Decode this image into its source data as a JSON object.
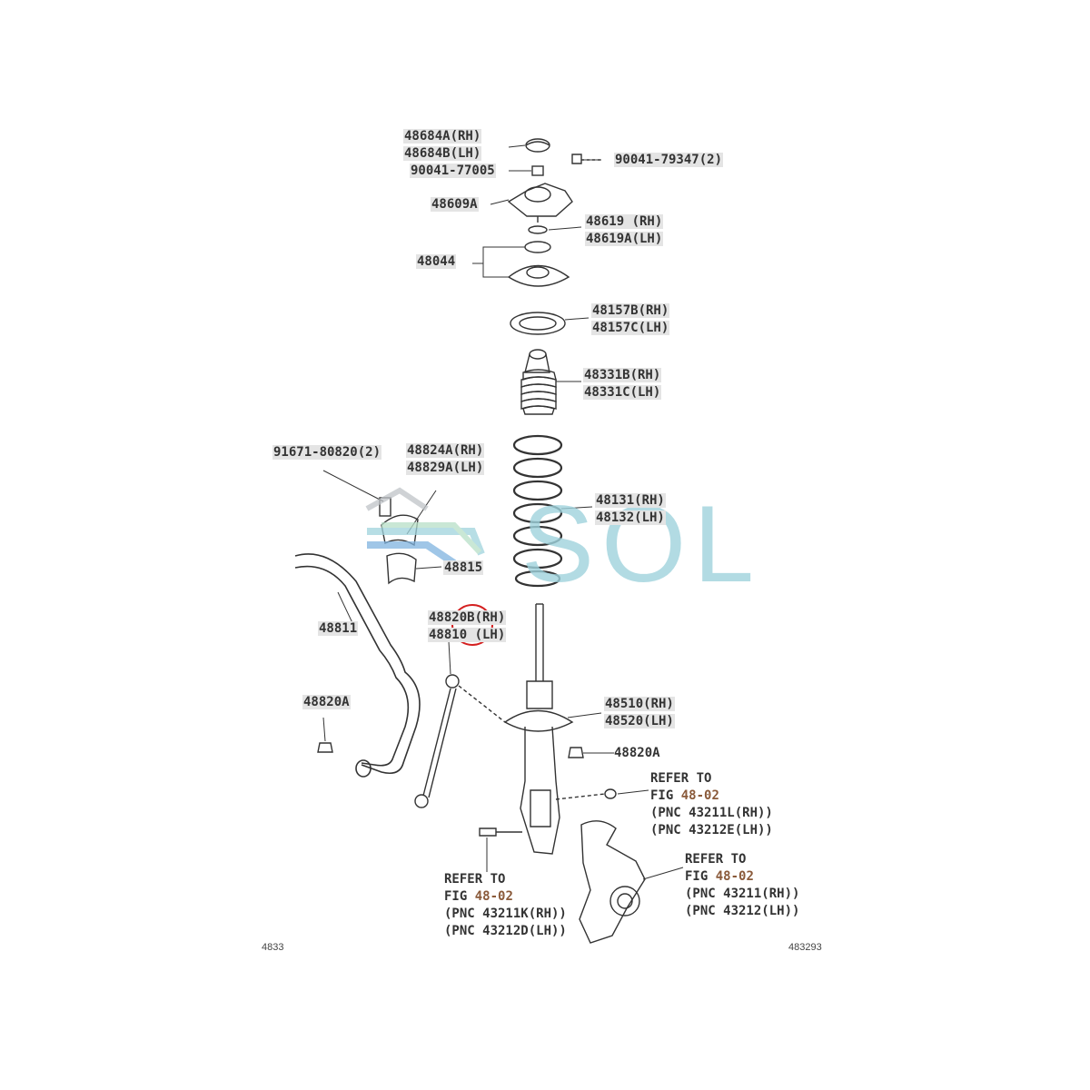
{
  "labels": {
    "l1a": "48684A(RH)",
    "l1b": "48684B(LH)",
    "l2": "90041-77005",
    "l3": "90041-79347(2)",
    "l4": "48609A",
    "l5a": "48619 (RH)",
    "l5b": "48619A(LH)",
    "l6": "48044",
    "l7a": "48157B(RH)",
    "l7b": "48157C(LH)",
    "l8a": "48331B(RH)",
    "l8b": "48331C(LH)",
    "l9": "91671-80820(2)",
    "l10a": "48824A(RH)",
    "l10b": "48829A(LH)",
    "l11a": "48131(RH)",
    "l11b": "48132(LH)",
    "l12": "48815",
    "l13": "48811",
    "l14a": "48820B(RH)",
    "l14b": "48810 (LH)",
    "l15": "48820A",
    "l16a": "48510(RH)",
    "l16b": "48520(LH)",
    "l17": "48820A"
  },
  "refer_blocks": {
    "r1": {
      "l1": "REFER TO",
      "fig": "FIG",
      "fignum": "48-02",
      "l3": "(PNC 43211L(RH))",
      "l4": "(PNC 43212E(LH))"
    },
    "r2": {
      "l1": "REFER TO",
      "fig": "FIG",
      "fignum": "48-02",
      "l3": "(PNC 43211(RH))",
      "l4": "(PNC 43212(LH))"
    },
    "r3": {
      "l1": "REFER TO",
      "fig": "FIG",
      "fignum": "48-02",
      "l3": "(PNC 43211K(RH))",
      "l4": "(PNC 43212D(LH))"
    }
  },
  "footer": {
    "left": "4833",
    "right": "483293"
  },
  "watermark": {
    "text": "SOL"
  },
  "colors": {
    "line": "#333333",
    "highlight": "#d42020",
    "watermark": "#9fd3dd",
    "pn_bg": "#e4e4e4"
  }
}
